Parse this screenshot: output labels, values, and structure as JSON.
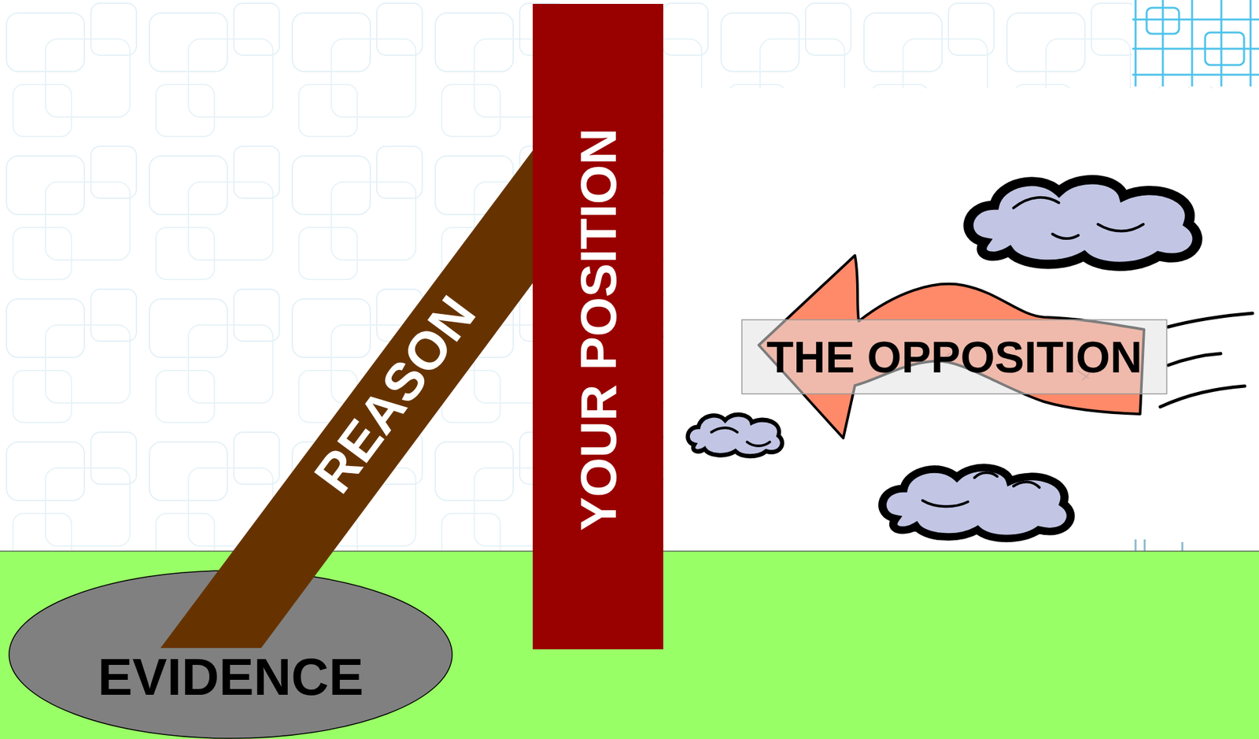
{
  "diagram": {
    "nodes": [
      {
        "text": [
          "EVIDENCE"
        ]
      },
      {
        "text": [
          "REASON"
        ]
      },
      {
        "text": [
          "YOUR POSITION"
        ]
      },
      {
        "text": [
          "THE OPPOSITION"
        ]
      }
    ]
  }
}
